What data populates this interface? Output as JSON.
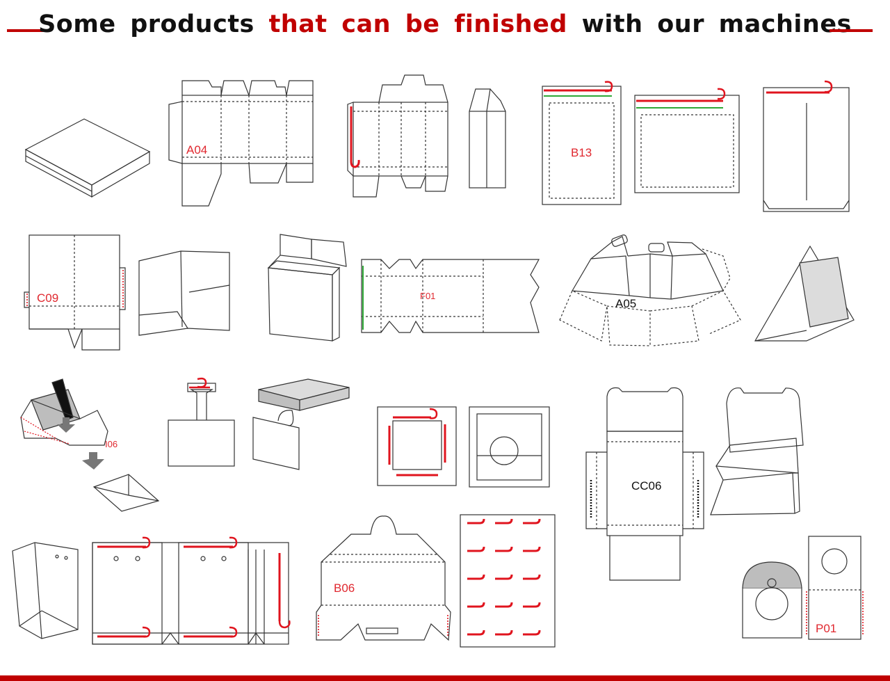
{
  "title": {
    "part1": "Some products ",
    "highlight": "that can be finished",
    "part2": " with our machines"
  },
  "labels": {
    "a04": "A04",
    "b13": "B13",
    "c09": "C09",
    "f01": "F01",
    "a05": "A05",
    "i06": "I06",
    "cc06": "CC06",
    "b06": "B06",
    "p01": "P01"
  },
  "colors": {
    "accent": "#c00000",
    "tape_red": "#e0141e",
    "tape_green": "#2ea836",
    "label_red": "#e0282f",
    "outline": "#333333"
  }
}
